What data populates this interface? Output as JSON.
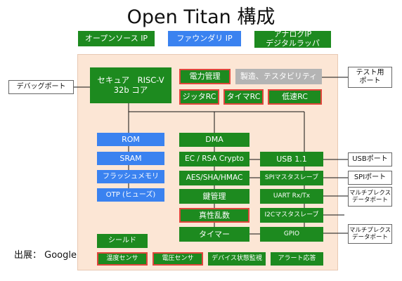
{
  "title": "Open Titan 構成",
  "legend": {
    "open_source": "オープンソース IP",
    "foundry": "ファウンダリ IP",
    "analog_line1": "アナログIP",
    "analog_line2": "デジタルラッパ"
  },
  "colors": {
    "open_source": "#1d8a1f",
    "foundry": "#3a82f0",
    "analog_digital": "#b4b4b4",
    "chip": "#fce6d5",
    "highlight_border": "#e0463c"
  },
  "blocks": {
    "cpu_line1": "セキュア　RISC-V",
    "cpu_line2": "32b コア",
    "power_mgmt": "電力管理",
    "manufacturing_test": "製造、テスタビリティ",
    "jitter_rc": "ジッタRC",
    "timer_rc": "タイマRC",
    "low_speed_rc": "低速RC",
    "rom": "ROM",
    "sram": "SRAM",
    "flash_memory": "フラッシュメモリ",
    "otp": "OTP (ヒューズ)",
    "dma": "DMA",
    "ec_rsa": "EC / RSA Crypto",
    "usb": "USB 1.1",
    "aes_sha": "AES/SHA/HMAC",
    "spi_slave": "SPIマスタスレーブ",
    "key_mgmt": "鍵管理",
    "uart": "UART Rx/Tx",
    "trng": "真性乱数",
    "i2c": "I2Cマスタスレーブ",
    "timer": "タイマー",
    "gpio": "GPIO",
    "shield": "シールド",
    "temp_sensor": "温度センサ",
    "voltage_sensor": "電圧センサ",
    "device_monitor": "デバイス状態監視",
    "alert": "アラート応答"
  },
  "external": {
    "debug_port": "デバッグポート",
    "test_port_line1": "テスト用",
    "test_port_line2": "ポート",
    "usb_port": "USBポート",
    "spi_port": "SPIポート",
    "mux_port1_line1": "マルチプレクス",
    "mux_port1_line2": "データポート",
    "mux_port2_line1": "マルチプレクス",
    "mux_port2_line2": "データポート"
  },
  "source": "出展：  Google"
}
